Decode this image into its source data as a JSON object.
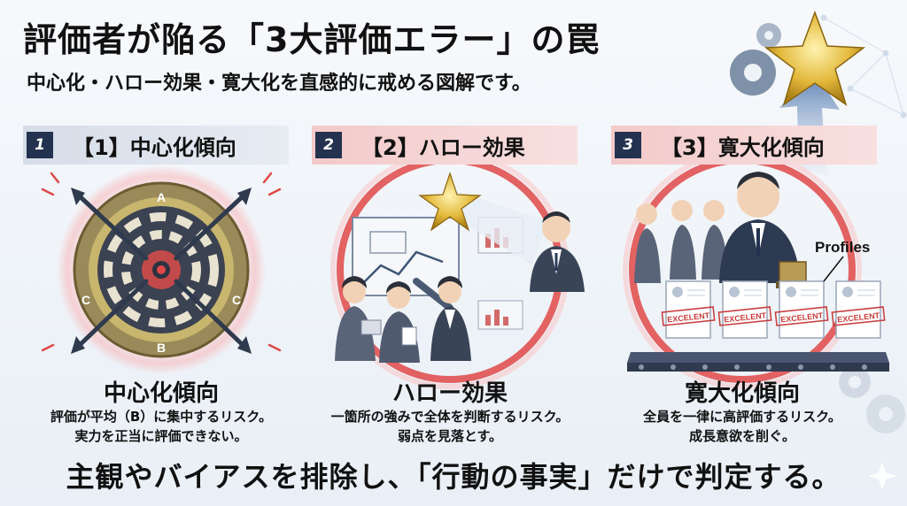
{
  "header": {
    "title": "評価者が陥る「3大評価エラー」の罠",
    "subtitle": "中心化・ハロー効果・寛大化を直感的に戒める図解です。"
  },
  "panels": [
    {
      "number": "1",
      "heading": "【1】中心化傾向",
      "name": "中心化傾向",
      "desc_lines": [
        "評価が平均（B）に集中するリスク。",
        "実力を正当に評価できない。"
      ],
      "target_labels": [
        "A",
        "B",
        "C",
        "C"
      ]
    },
    {
      "number": "2",
      "heading": "【2】ハロー効果",
      "name": "ハロー効果",
      "desc_lines": [
        "一箇所の強みで全体を判断するリスク。",
        "弱点を見落とす。"
      ]
    },
    {
      "number": "3",
      "heading": "【3】寛大化傾向",
      "name": "寛大化傾向",
      "desc_lines": [
        "全員を一律に高評価するリスク。",
        "成長意欲を削ぐ。"
      ],
      "profiles_label": "Profiles",
      "stamp_text": "EXCELENT"
    }
  ],
  "footer": {
    "text": "主観やバイアスを排除し、「行動の事実」だけで判定する。"
  },
  "colors": {
    "accent_red": "#e04848",
    "navy": "#23324f",
    "gold": "#c9a23a"
  }
}
